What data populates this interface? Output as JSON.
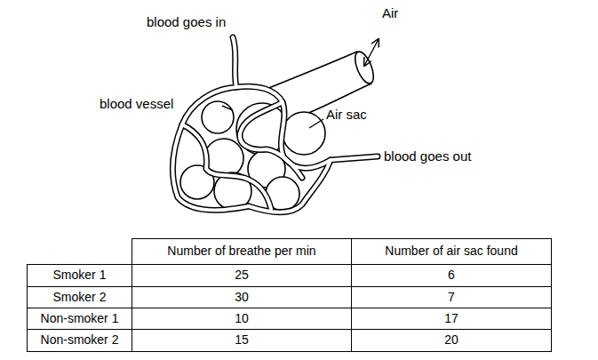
{
  "diagram": {
    "labels": [
      "blood goes in",
      "Air",
      "blood vessel",
      "Air sac",
      "blood goes out",
      "Number of breathe per min",
      "Number of air sac found",
      "Smoker 1",
      "25",
      "6",
      "Smoker 2",
      "30",
      "7",
      "Non-smoker 1",
      "10",
      "17",
      "Non-smoker 2",
      "15",
      "20"
    ]
  }
}
